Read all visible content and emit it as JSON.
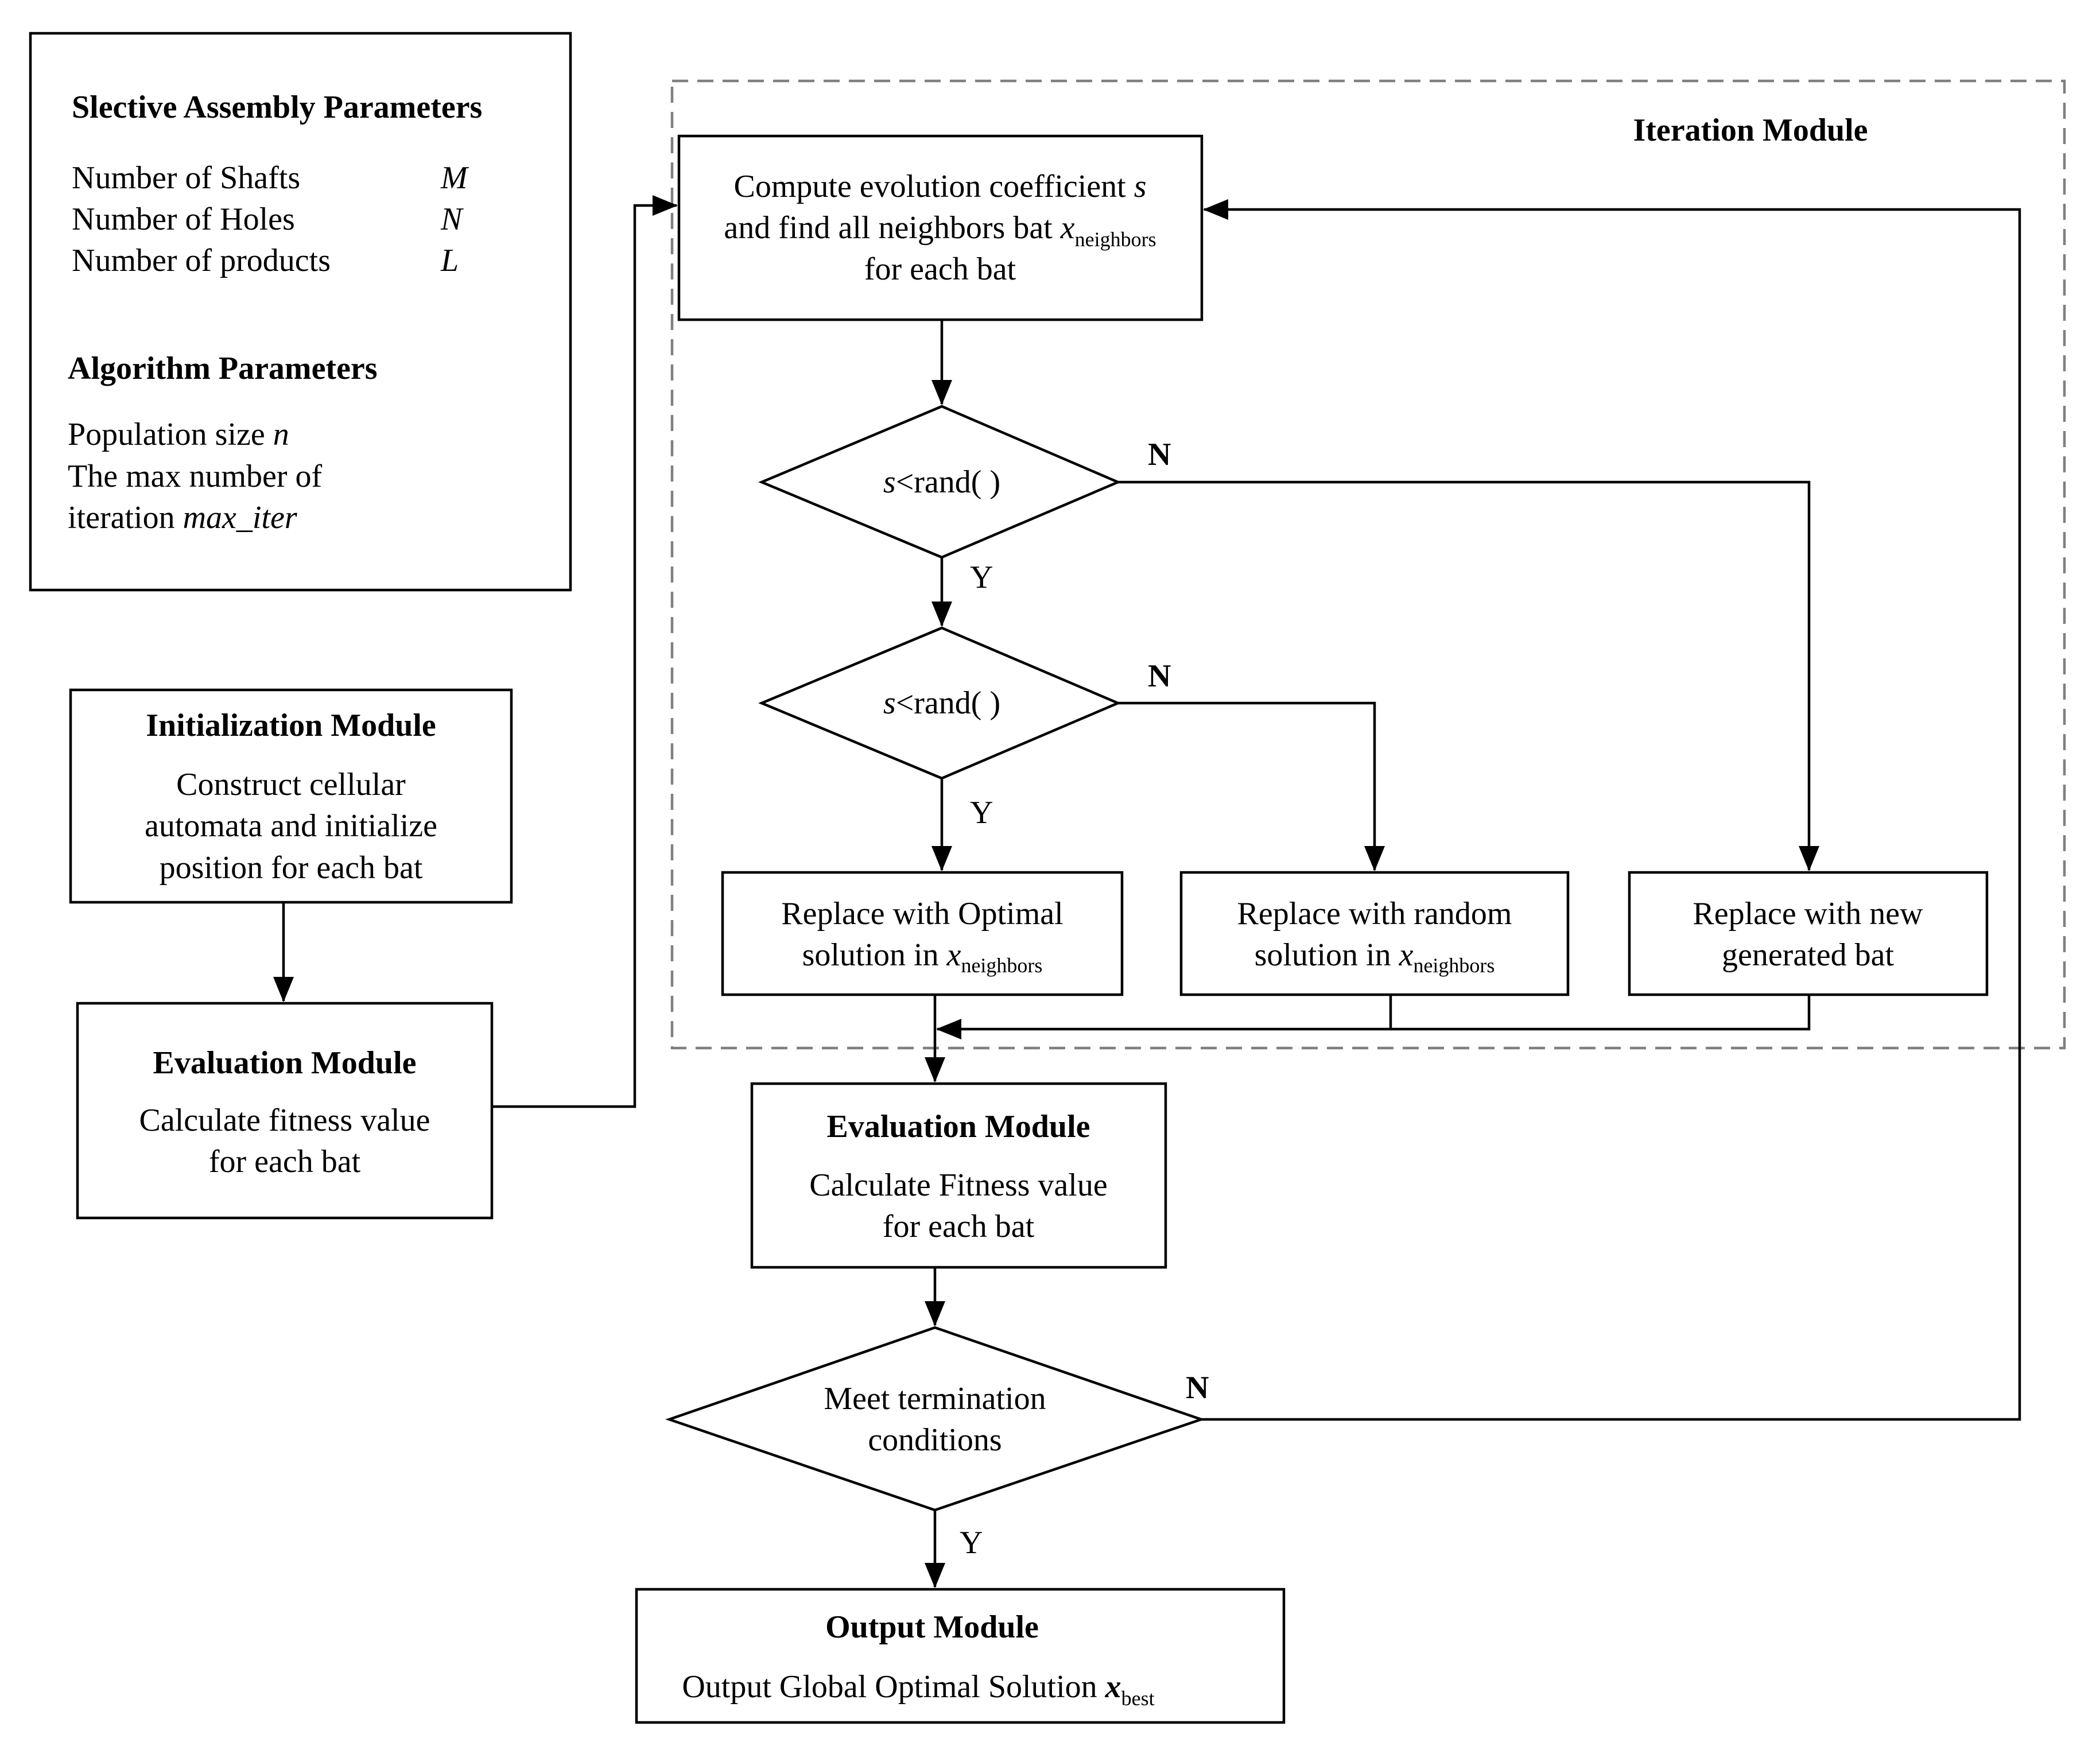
{
  "params": {
    "title": "Slective Assembly Parameters",
    "rows": [
      {
        "label": "Number of Shafts",
        "symbol": "M"
      },
      {
        "label": "Number of Holes",
        "symbol": "N"
      },
      {
        "label": "Number of products",
        "symbol": "L"
      }
    ],
    "algo_title": "Algorithm Parameters",
    "pop_label": "Population size ",
    "pop_symbol": "n",
    "max_line1": "The max number of",
    "max_line2": "iteration ",
    "max_symbol": "max_iter"
  },
  "init": {
    "title": "Initialization Module",
    "lines": [
      "Construct cellular",
      "automata and initialize",
      "position for each bat"
    ]
  },
  "eval1": {
    "title": "Evaluation Module",
    "lines": [
      "Calculate fitness value",
      "for each bat"
    ]
  },
  "iteration": {
    "label": "Iteration Module",
    "compute_line1_a": "Compute evolution coefficient ",
    "compute_line1_s": "s",
    "compute_line2_a": "and find all neighbors bat ",
    "x_var": "x",
    "neighbors_sub": "neighbors",
    "compute_line3": "for each bat",
    "decision_s": "s",
    "decision_rest": "<rand( )",
    "replace_optimal_line1": "Replace with Optimal",
    "replace_optimal_line2": "solution in ",
    "replace_random_line1": "Replace with random",
    "replace_random_line2": "solution in ",
    "replace_new_line1": "Replace with new",
    "replace_new_line2": "generated bat"
  },
  "eval2": {
    "title": "Evaluation Module",
    "lines": [
      "Calculate Fitness value",
      "for each bat"
    ]
  },
  "termination": {
    "lines": [
      "Meet termination",
      "conditions"
    ]
  },
  "output": {
    "title": "Output Module",
    "text": "Output Global Optimal Solution ",
    "x_var": "x",
    "best_sub": "best"
  },
  "labels": {
    "yes": "Y",
    "no": "N"
  }
}
